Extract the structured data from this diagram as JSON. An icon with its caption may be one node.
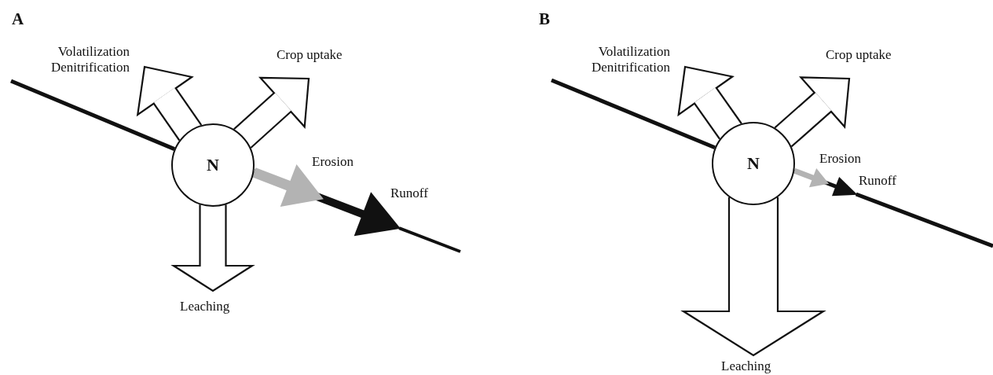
{
  "diagram": {
    "nodes": [
      {
        "text": [
          "Volatilization Denitrification"
        ]
      },
      {
        "text": [
          "Crop uptake"
        ]
      },
      {
        "text": [
          "N"
        ]
      },
      {
        "text": [
          "Leaching"
        ]
      },
      {
        "text": [
          "Volatilization Denitrification"
        ]
      },
      {
        "text": [
          "Crop uptake"
        ]
      },
      {
        "text": [
          "N"
        ]
      },
      {
        "text": [
          "Leaching"
        ]
      }
    ],
    "edges": [
      {
        "from": null,
        "to": 2,
        "arrow": "none"
      },
      {
        "from": 2,
        "to": 0,
        "arrow": "to",
        "style": "thick"
      },
      {
        "from": 2,
        "to": 1,
        "arrow": "to",
        "style": "thick"
      },
      {
        "from": 2,
        "to": null,
        "arrow": "to",
        "label": "Runoff"
      },
      {
        "from": 2,
        "to": null,
        "arrow": "to",
        "color": "#b3b3b3",
        "label": "Erosion"
      },
      {
        "from": 2,
        "to": 3,
        "arrow": "to",
        "style": "thick"
      },
      {
        "from": null,
        "to": 6,
        "arrow": "none"
      },
      {
        "from": 6,
        "to": 4,
        "arrow": "to",
        "style": "thick"
      },
      {
        "from": 6,
        "to": 5,
        "arrow": "to",
        "style": "thick"
      },
      {
        "from": 6,
        "to": null,
        "arrow": "to",
        "label": "Runoff"
      },
      {
        "from": 6,
        "to": null,
        "arrow": "to",
        "color": "#b3b3b3",
        "label": "Erosion"
      },
      {
        "from": 6,
        "to": 7,
        "arrow": "to",
        "style": "thick"
      }
    ],
    "labels": [
      "A",
      "B"
    ]
  }
}
